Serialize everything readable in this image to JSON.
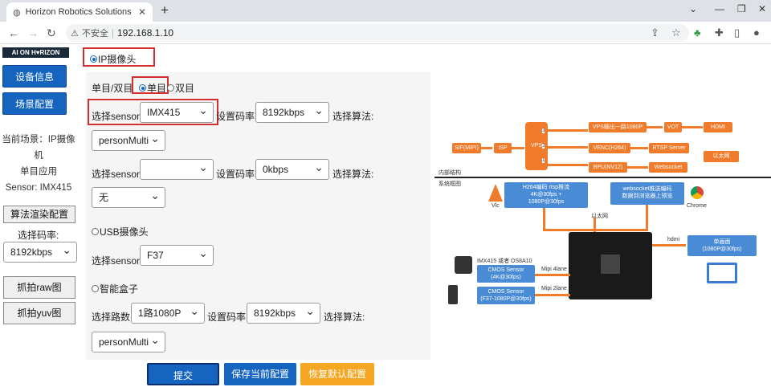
{
  "browser": {
    "tab_title": "Horizon Robotics Solutions Dem",
    "new_tab": "+",
    "insecure_label": "不安全",
    "separator": "|",
    "url": "192.168.1.10"
  },
  "sidebar": {
    "logo": "AI ON H♥RIZON",
    "device_info": "设备信息",
    "scene_config": "场景配置",
    "info_lines": [
      "当前场景：IP摄像",
      "机",
      "单目应用",
      "Sensor: IMX415"
    ],
    "render_config": "算法渲染配置",
    "bitrate_label": "选择码率:",
    "bitrate_value": "8192kbps",
    "capture_raw": "抓拍raw图",
    "capture_yuv": "抓拍yuv图"
  },
  "main": {
    "ip_camera": "IP摄像头",
    "mono_stereo": "单目/双目",
    "mono": "单目",
    "stereo": "双目",
    "select_sensor": "选择sensor:",
    "set_bitrate": "设置码率:",
    "select_algo": "选择算法:",
    "row1_sensor": "IMX415",
    "row1_bitrate": "8192kbps",
    "row1_algo": "personMulti",
    "row2_sensor": "",
    "row2_bitrate": "0kbps",
    "row2_algo": "无",
    "usb_camera": "USB摄像头",
    "usb_sensor": "F37",
    "smart_box": "智能盒子",
    "select_channels": "选择路数:",
    "box_channels": "1路1080P",
    "box_bitrate": "8192kbps",
    "box_algo": "personMulti"
  },
  "actions": {
    "submit": "提交",
    "save": "保存当前配置",
    "restore": "恢复默认配置"
  },
  "diagram": {
    "sif": "SIF(MIPI)",
    "isp": "ISP",
    "vps": "VPS",
    "port3": "3",
    "port2": "2",
    "port1": "1",
    "vps_out": "VPS输出一路1080P",
    "vot": "VOT",
    "hdmi": "HDMI",
    "venc": "VENC(H264)",
    "rtsp": "RTSP Server",
    "ethernet": "以太网",
    "bpu": "BPU(NV12)",
    "websocket": "Websocket",
    "internal": "内部结构",
    "system": "系统框图",
    "h264_line1": "H264编码 rtsp推流",
    "h264_line2": "4K@30fps +",
    "h264_line3": "1080P@30fps",
    "ws_line1": "websocket推送编码",
    "ws_line2": "数据到浏览器上预览",
    "vlc": "Vlc",
    "chrome": "Chrome",
    "ethernet2": "以太网",
    "hdmi_small": "hdmi",
    "monitor_line1": "单画面",
    "monitor_line2": "(1080P@30fps)",
    "sensor_title": "IMX415 或者 OS8A10",
    "cmos1_line1": "CMOS Sensor",
    "cmos1_line2": "(4K@30fps)",
    "mipi4": "Mipi 4lane",
    "cmos2_line1": "CMOS Sensor",
    "cmos2_line2": "(F37-1080P@30fps)",
    "mipi2": "Mipi 2lane"
  }
}
